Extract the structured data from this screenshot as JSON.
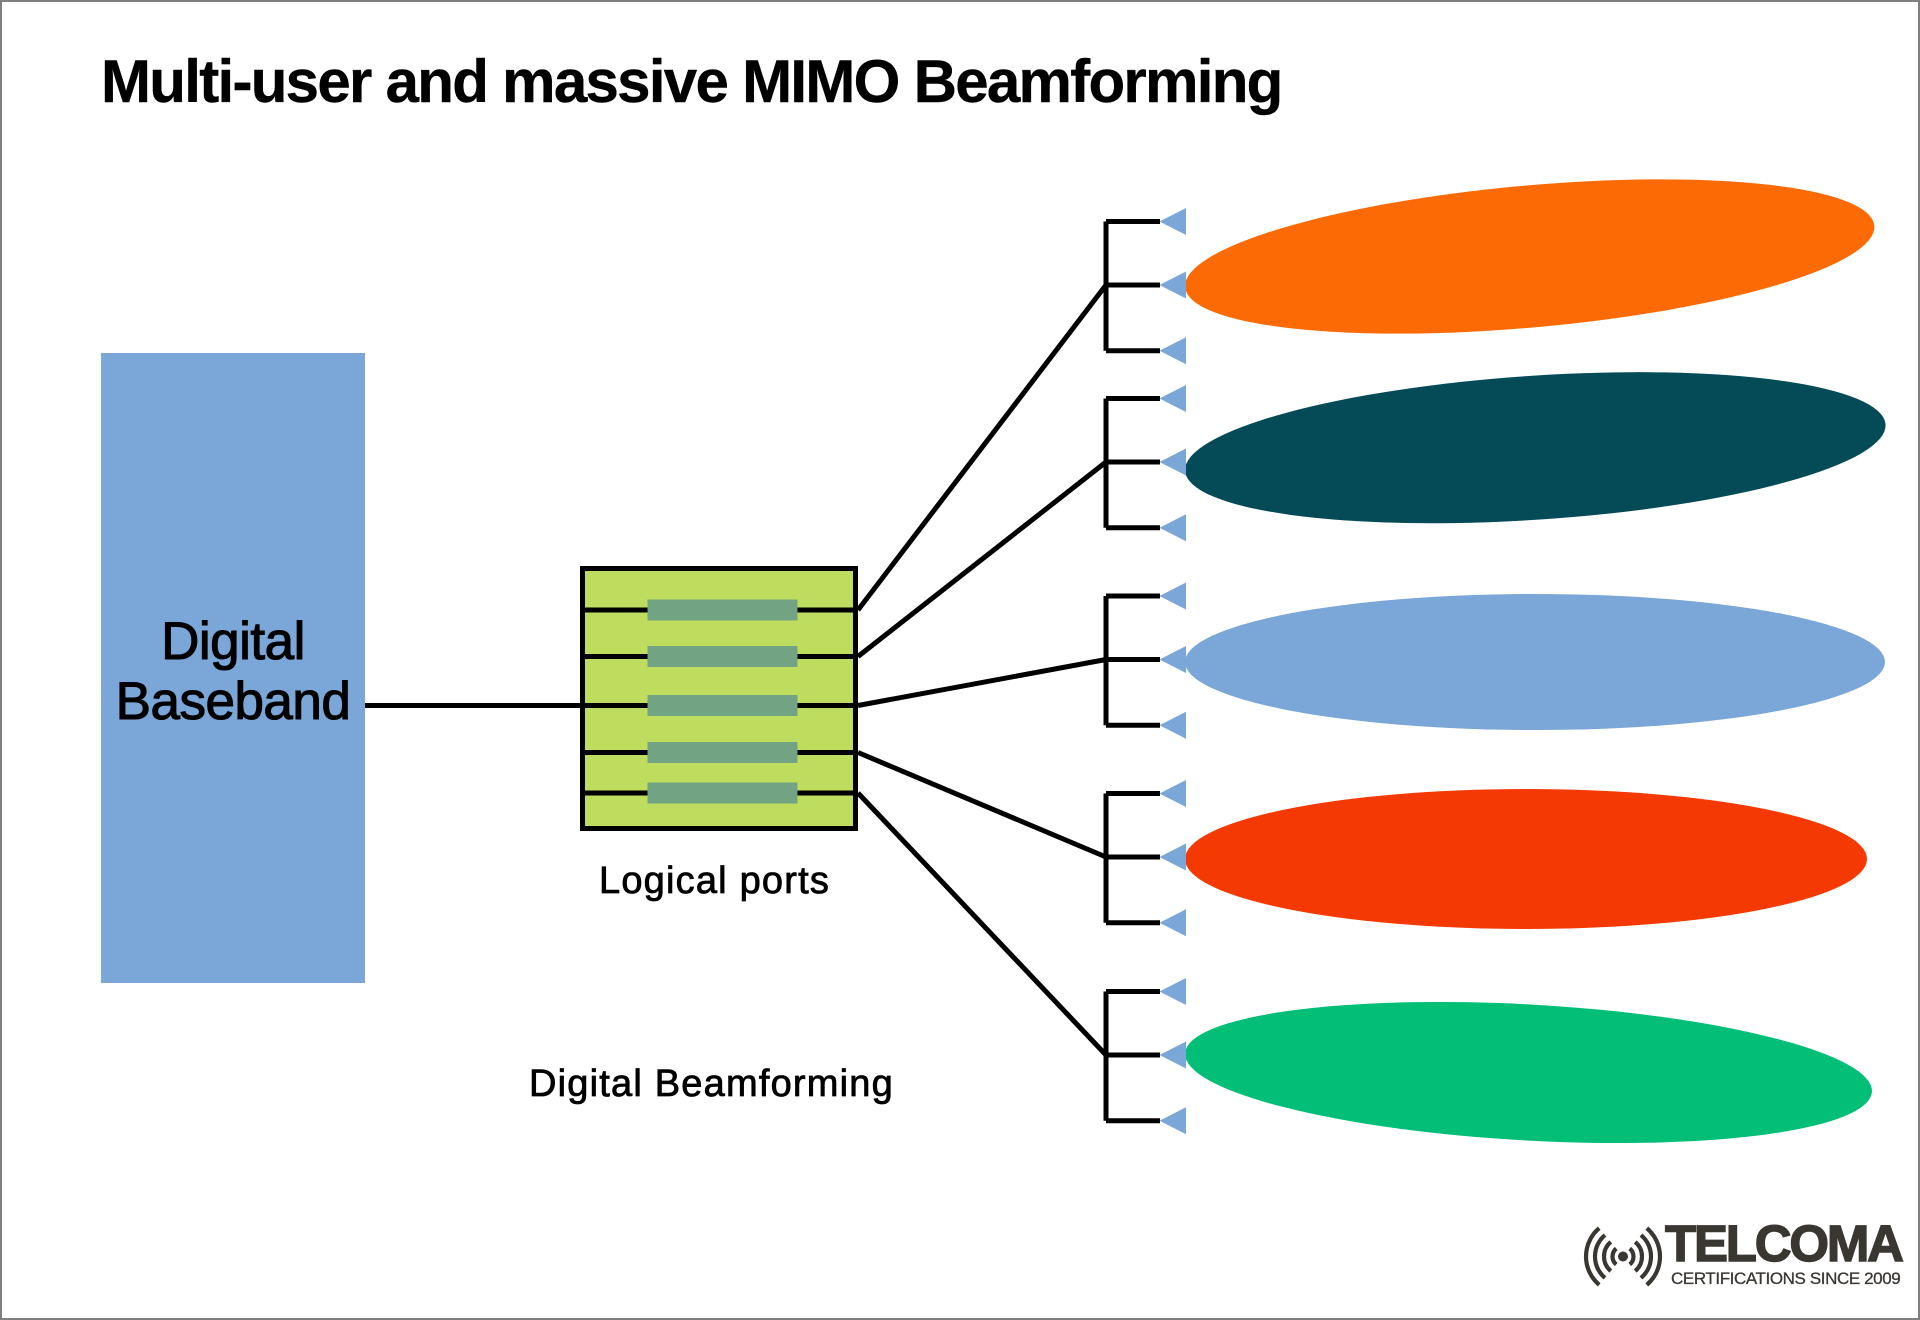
{
  "title": "Multi-user and massive MIMO Beamforming",
  "baseband": {
    "line1": "Digital",
    "line2": "Baseband"
  },
  "labels": {
    "logical_ports": "Logical ports",
    "digital_beamforming": "Digital Beamforming"
  },
  "logo": {
    "brand": "TELCOMA",
    "tagline": "CERTIFICATIONS SINCE 2009"
  },
  "colors": {
    "background": "#FFFFFF",
    "frame_border": "#7F7F7F",
    "text": "#000000",
    "baseband_box": "#7AA6D8",
    "ports_box_fill": "#BEDC5E",
    "ports_box_border": "#000000",
    "port_bar": "#72A483",
    "wire": "#000000",
    "antenna_element": "#7AA6D8",
    "logo_text": "#3A3632",
    "beams": [
      "#FB6A04",
      "#044B57",
      "#7AA6D8",
      "#F53903",
      "#02BE76"
    ]
  }
}
